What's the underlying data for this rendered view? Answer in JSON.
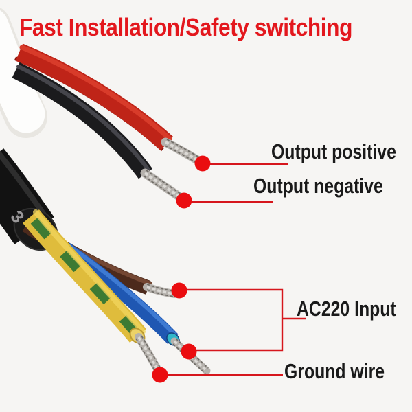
{
  "title": {
    "text": "Fast Installation/Safety switching"
  },
  "callouts": {
    "output_positive": {
      "label": "Output positive"
    },
    "output_negative": {
      "label": "Output negative"
    },
    "ac220_input": {
      "label": "AC220 Input"
    },
    "ground_wire": {
      "label": "Ground wire"
    }
  },
  "cable": {
    "marking": "3"
  },
  "colors": {
    "background": "#f6f5f3",
    "title_red": "#e3171d",
    "label_text": "#1a1a1a",
    "callout_line": "#d6161c",
    "dot": "#ea0d10",
    "sheath_shadow": "#e8e6e1",
    "sheath_white": "#fdfdfc",
    "wire_red": "#bf2418",
    "wire_red_dark": "#8c170e",
    "wire_red_highlight": "#d83b2a",
    "wire_black": "#1b1b1d",
    "wire_black_highlight": "#45454b",
    "cable_black": "#121212",
    "cable_highlight": "#2e2e2e",
    "cable_end": "#1a1a1a",
    "cable_marking_gray": "#9a989a",
    "wire_brown": "#4c2a1c",
    "wire_brown_highlight": "#744733",
    "wire_blue": "#1f57b2",
    "wire_blue_highlight": "#3e7ad2",
    "wire_blue_tip": "#2fb6c9",
    "wire_yellow": "#dfbc3c",
    "wire_yellow_highlight": "#f2d65e",
    "wire_green": "#3d7a33",
    "wire_yellow_tip": "#ecd267",
    "strand_silver": "#b5b1ac",
    "strand_light": "#dcdad6",
    "strand_dark": "#6f6c66"
  }
}
